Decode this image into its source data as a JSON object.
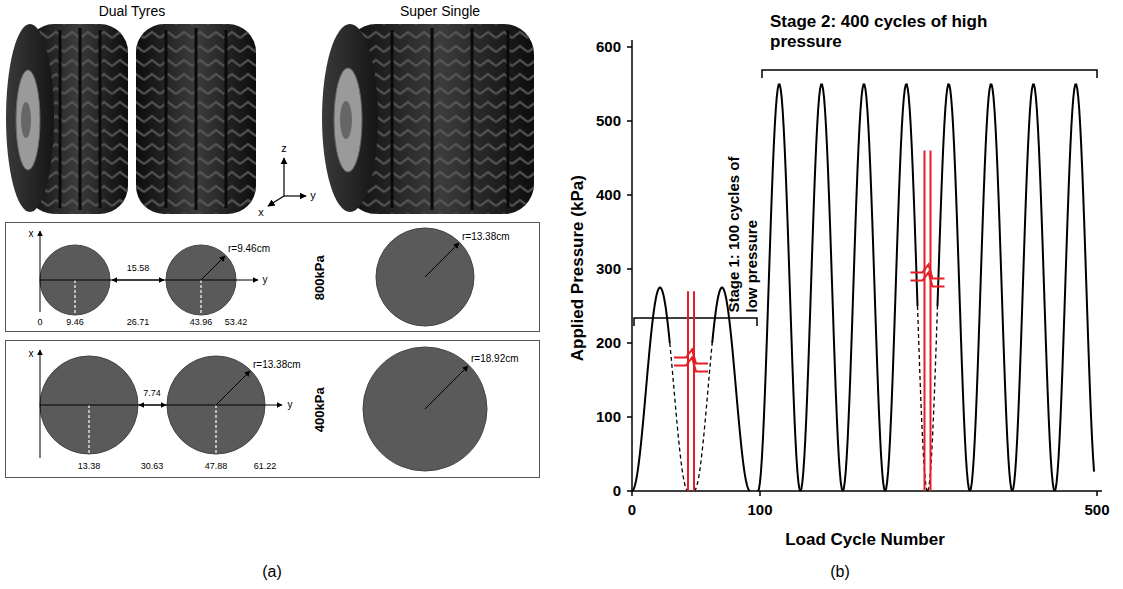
{
  "diagram": {
    "nodes": [
      {
        "text": [
          "800kPa"
        ]
      },
      {
        "text": [
          "400kPa"
        ]
      }
    ],
    "labels": [
      "Dual Tyres",
      "Super Single",
      "z",
      "y",
      "x",
      "x",
      "y",
      "r=9.46cm",
      "15.58",
      "0",
      "9.46",
      "26.71",
      "43.96",
      "53.42",
      "r=13.38cm",
      "x",
      "y",
      "r=13.38cm",
      "7.74",
      "13.38",
      "30.63",
      "47.88",
      "61.22",
      "r=18.92cm",
      "Stage 1: 100 cycles of low pressure",
      "Stage 2: 400 cycles of high pressure",
      "Applied Pressure (kPa)",
      "0",
      "100",
      "200",
      "300",
      "400",
      "500",
      "600",
      "0",
      "100",
      "500",
      "Load Cycle Number",
      "(a)",
      "(b)"
    ]
  }
}
